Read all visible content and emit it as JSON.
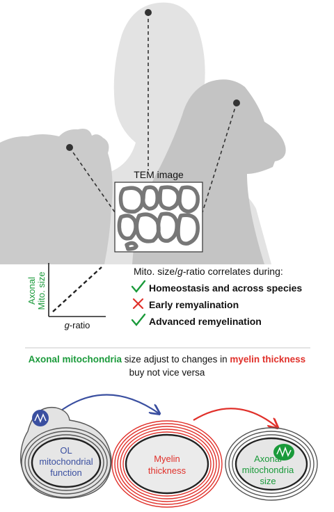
{
  "tem": {
    "title": "TEM image"
  },
  "graph": {
    "ylabel_1": "Axonal",
    "ylabel_2": "Mito. size",
    "xlabel_g": "g",
    "xlabel_rest": "-ratio"
  },
  "correlation": {
    "heading_pre": "Mito. size/",
    "heading_g": "g",
    "heading_post": "-ratio correlates during:",
    "items": [
      {
        "mark": "check",
        "label": "Homeostasis and across species"
      },
      {
        "mark": "cross",
        "label": "Early remyalination"
      },
      {
        "mark": "check",
        "label": "Advanced remyelination"
      }
    ]
  },
  "summary": {
    "green": "Axonal mitochondria",
    "mid": " size adjust to changes in ",
    "red": "myelin thickness",
    "line2": "buy not vice versa"
  },
  "cells": {
    "ol": [
      "OL",
      "mitochondrial",
      "function"
    ],
    "myelin": [
      "Myelin",
      "thickness"
    ],
    "axon": [
      "Axonal",
      "mitochondria",
      "size"
    ]
  },
  "colors": {
    "green": "#1a9a3a",
    "red": "#e0302a",
    "blue": "#3a4fa0",
    "silhouette": "#c8c8c8",
    "silhouette_light": "#e2e2e2"
  }
}
